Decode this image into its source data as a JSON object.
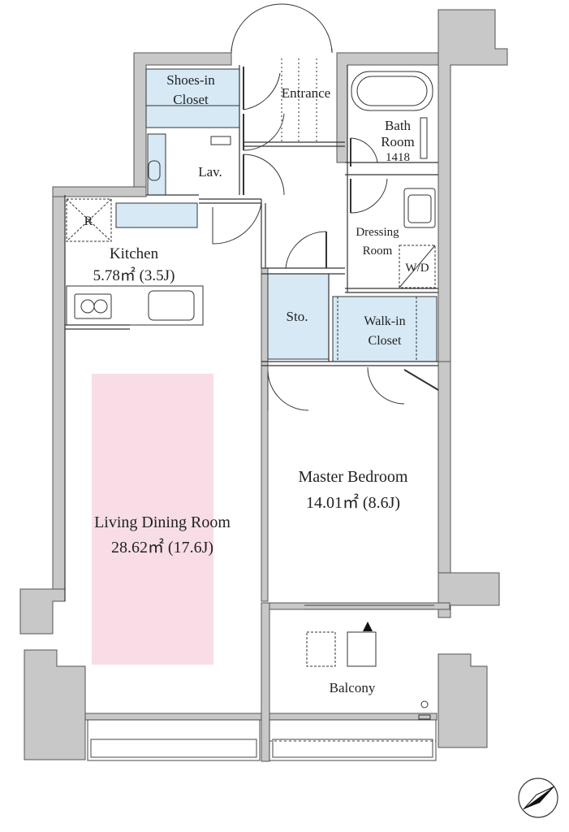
{
  "rooms": {
    "entrance": "Entrance",
    "shoes_closet_line1": "Shoes-in",
    "shoes_closet_line2": "Closet",
    "lav": "Lav.",
    "bath_line1": "Bath",
    "bath_line2": "Room",
    "bath_size": "1418",
    "refrigerator": "R",
    "kitchen": "Kitchen",
    "kitchen_area": "5.78㎡ (3.5J)",
    "dressing_line1": "Dressing",
    "dressing_line2": "Room",
    "washer_dryer": "W/D",
    "storage": "Sto.",
    "walkin_line1": "Walk-in",
    "walkin_line2": "Closet",
    "master_bedroom": "Master Bedroom",
    "master_area": "14.01㎡ (8.6J)",
    "living": "Living Dining Room",
    "living_area": "28.62㎡ (17.6J)",
    "balcony": "Balcony"
  },
  "colors": {
    "closet_fill": "#d6e9f5",
    "living_highlight": "#f8dde6",
    "wall": "#c8c8c8",
    "line": "#333333"
  },
  "icons": {
    "compass": "north-arrow-icon"
  }
}
